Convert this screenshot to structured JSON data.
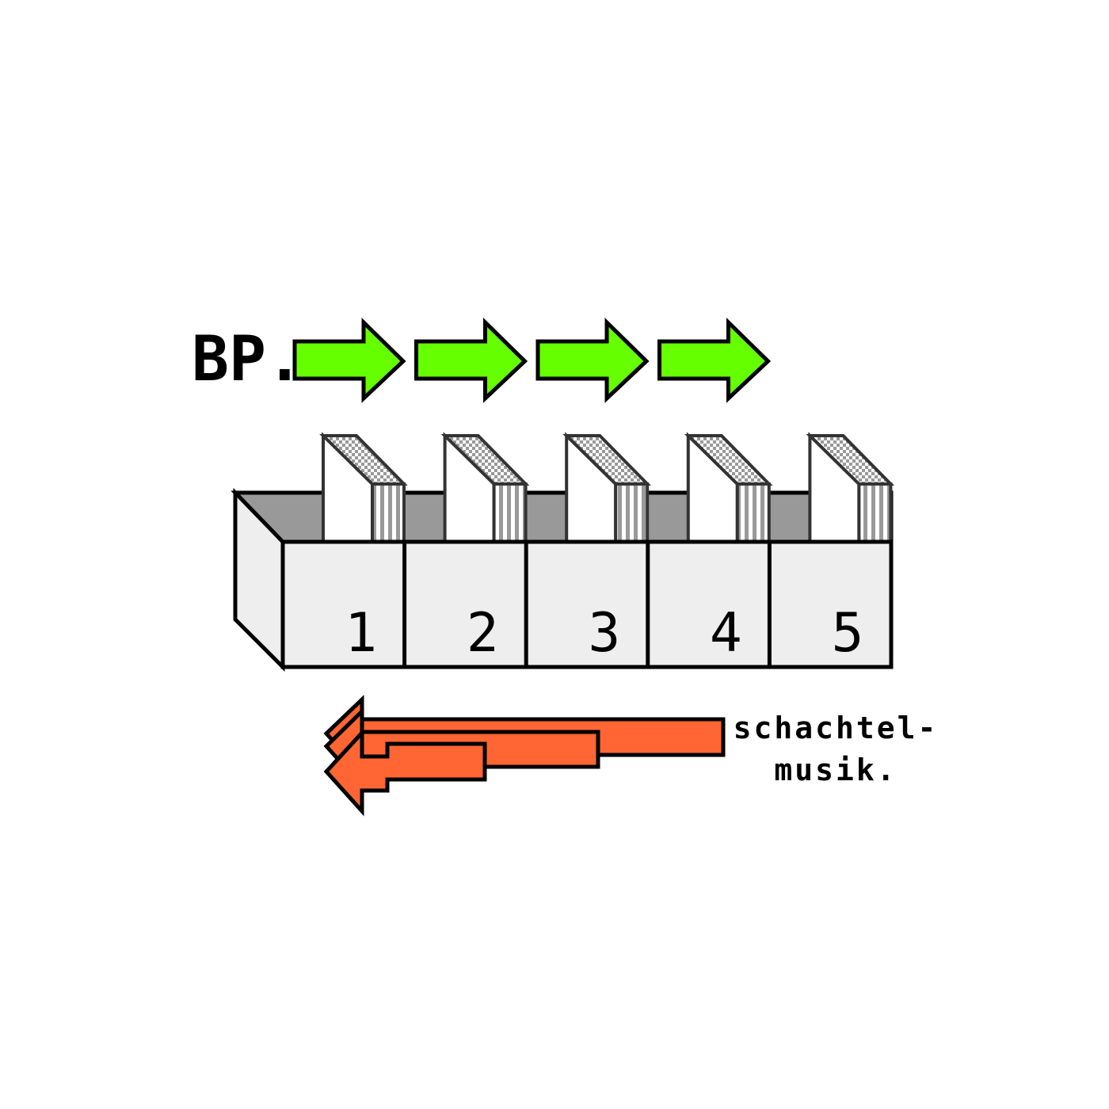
{
  "title": "BP.",
  "caption": {
    "line1": "schachtel-",
    "line2": "musik."
  },
  "colors": {
    "forward_arrow": "#66ff00",
    "backward_arrow": "#ff6633",
    "box_face": "#eeeeee",
    "box_interior": "#999999",
    "outline": "#000000"
  },
  "forward_arrows": {
    "count": 4,
    "direction": "right"
  },
  "compartments": [
    {
      "label": "1"
    },
    {
      "label": "2"
    },
    {
      "label": "3"
    },
    {
      "label": "4"
    },
    {
      "label": "5"
    }
  ],
  "backward_arrows": {
    "count": 3,
    "direction": "left",
    "style": "stacked"
  }
}
